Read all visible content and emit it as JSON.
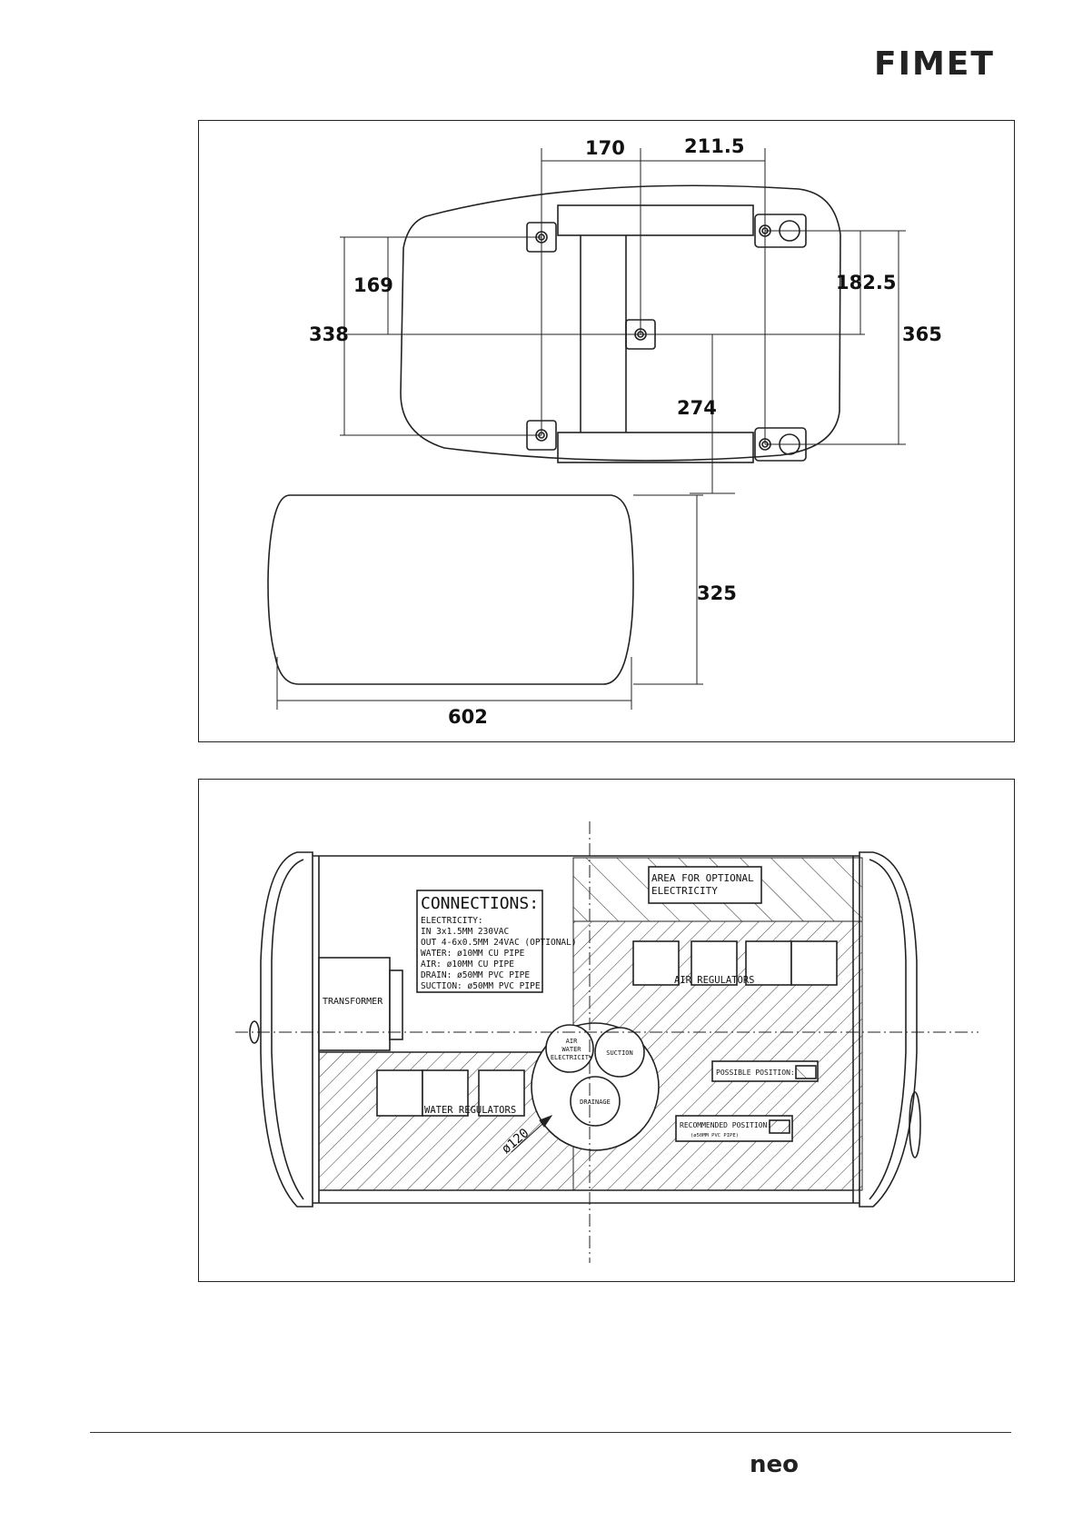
{
  "brand": {
    "logo_text": "FIMET",
    "footer_logo_text": "neo"
  },
  "top_diagram": {
    "dimensions": {
      "d170": "170",
      "d211_5": "211.5",
      "d169": "169",
      "d338": "338",
      "d182_5": "182.5",
      "d365": "365",
      "d274": "274",
      "d325": "325",
      "d602": "602"
    }
  },
  "bottom_diagram": {
    "connections_title": "CONNECTIONS:",
    "connections_lines": [
      "ELECTRICITY:",
      "IN 3x1.5MM 230VAC",
      "OUT 4-6x0.5MM 24VAC (OPTIONAL)",
      "WATER: ø10MM CU PIPE",
      "AIR: ø10MM CU PIPE",
      "DRAIN: ø50MM PVC PIPE",
      "SUCTION: ø50MM PVC PIPE"
    ],
    "area_optional_line1": "AREA FOR OPTIONAL",
    "area_optional_line2": "ELECTRICITY",
    "air_regulators": "AIR REGULATORS",
    "water_regulators": "WATER REGULATORS",
    "transformer": "TRANSFORMER",
    "circle_air_line1": "AIR",
    "circle_air_line2": "WATER",
    "circle_air_line3": "ELECTRICITY",
    "circle_suction": "SUCTION",
    "circle_drainage": "DRAINAGE",
    "diameter": "ø120",
    "possible_position": "POSSIBLE POSITION:",
    "recommended_position": "RECOMMENDED POSITION:",
    "recommended_sub": "(ø50MM PVC PIPE)"
  }
}
